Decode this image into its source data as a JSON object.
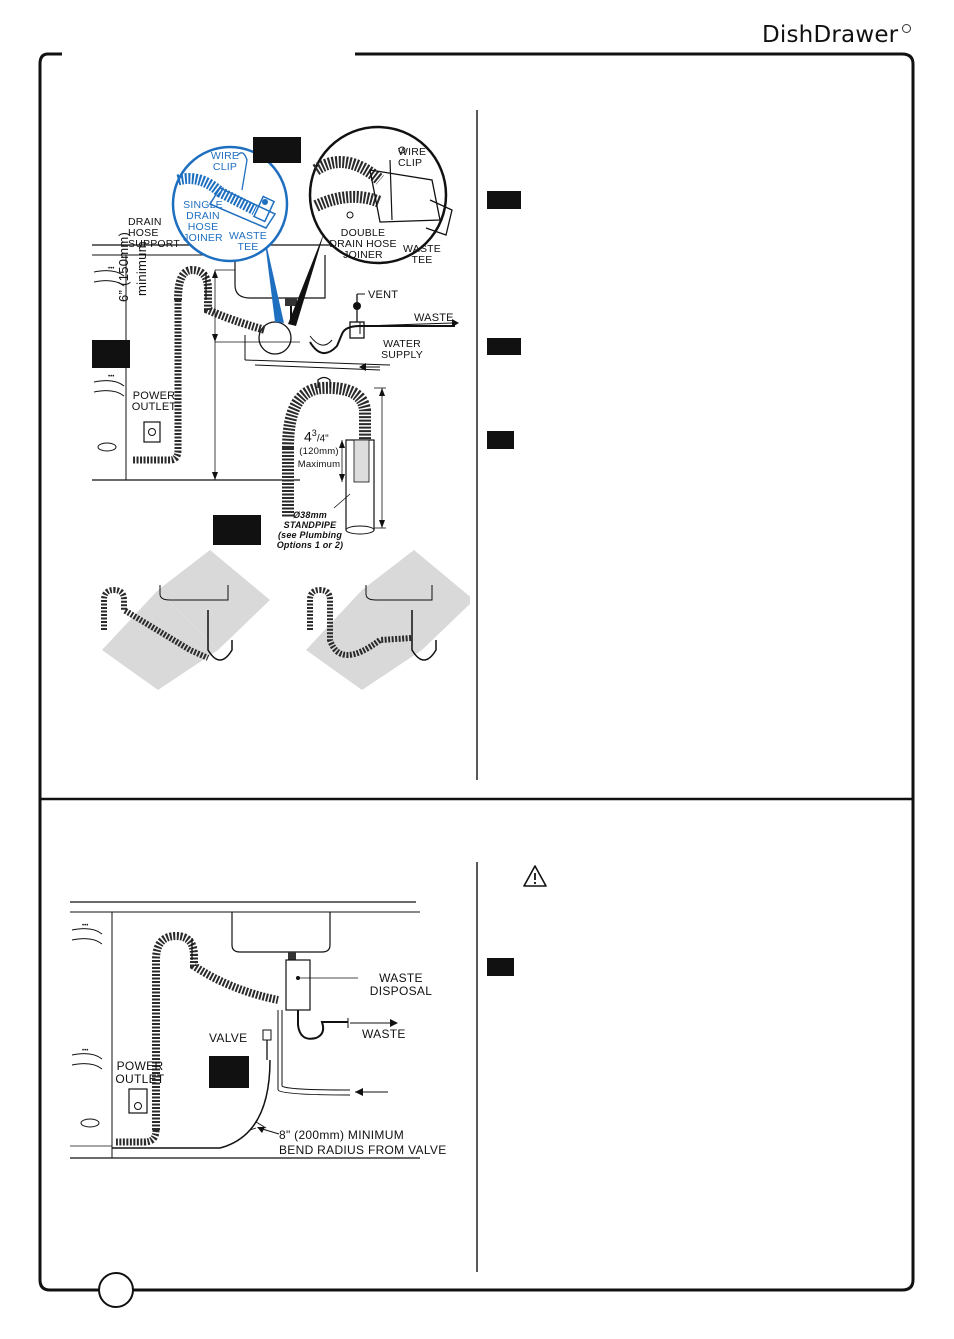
{
  "brand": {
    "name": "DishDrawer"
  },
  "top_section": {
    "labels": {
      "wire_clip_blue": "WIRE\nCLIP",
      "single_joiner": "SINGLE\nDRAIN HOSE\nJOINER",
      "waste_tee_blue": "WASTE\nTEE",
      "drain_hose_support": "DRAIN\nHOSE\nSUPPORT",
      "wire_clip": "WIRE\nCLIP",
      "double_joiner": "DOUBLE\nDRAIN HOSE\nJOINER",
      "waste_tee": "WASTE\nTEE",
      "height_min_a": "6” (150mm)",
      "height_min_b": "minimum",
      "vent": "VENT",
      "waste": "WASTE",
      "water_supply": "WATER\nSUPPLY",
      "power_outlet": "POWER\nOUTLET",
      "standpipe_depth_main": "4",
      "standpipe_depth_sup": "3",
      "standpipe_depth_sub": "/4\"",
      "standpipe_depth_mm": "(120mm)",
      "standpipe_depth_max": "Maximum",
      "standpipe_a": "Ø38mm",
      "standpipe_b": "STANDPIPE",
      "standpipe_c": "(see Plumbing",
      "standpipe_d": "Options 1 or 2)"
    }
  },
  "bottom_section": {
    "labels": {
      "waste_disposal": "WASTE\nDISPOSAL",
      "waste": "WASTE",
      "valve": "VALVE",
      "power_outlet": "POWER\nOUTLET",
      "bend_radius_a": "8\" (200mm) MINIMUM",
      "bend_radius_b": "BEND RADIUS FROM VALVE"
    },
    "warning_icon": "warning-triangle-icon"
  }
}
